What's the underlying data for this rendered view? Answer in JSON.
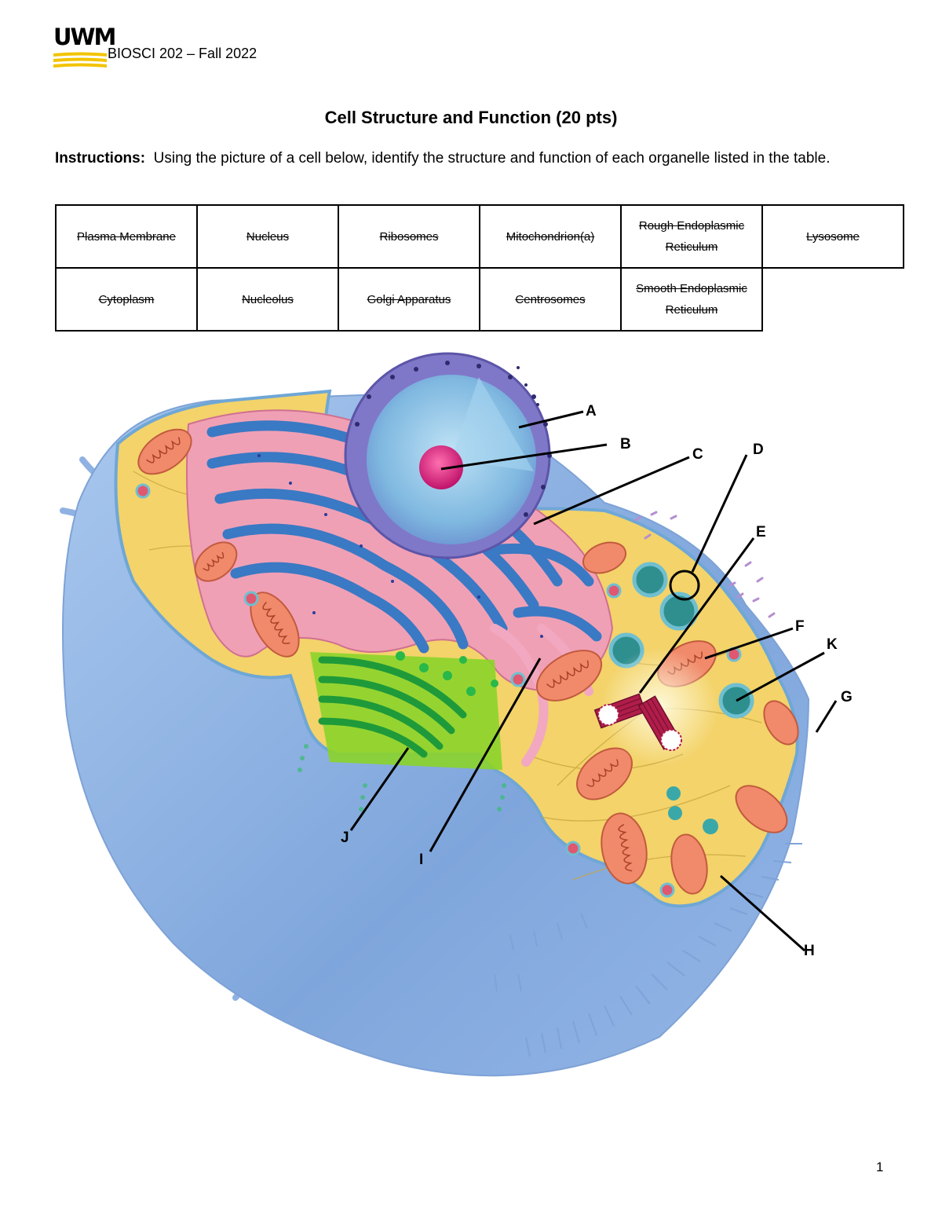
{
  "header": {
    "logo_text": "UWM",
    "course": "BIOSCI 202 – Fall 2022"
  },
  "title": "Cell Structure and Function (20 pts)",
  "instructions": {
    "label": "Instructions:",
    "text": "Using the picture of a cell below, identify the structure and function of each organelle listed in the table."
  },
  "table": {
    "rows": [
      [
        "Plasma Membrane",
        "Nucleus",
        "Ribosomes",
        "Mitochondrion(a)",
        "Rough Endoplasmic Reticulum",
        "Lysosome"
      ],
      [
        "Cytoplasm",
        "Nucleolus",
        "Golgi Apparatus",
        "Centrosomes",
        "Smooth Endoplasmic Reticulum"
      ]
    ]
  },
  "figure": {
    "labels": [
      "A",
      "B",
      "C",
      "D",
      "E",
      "F",
      "K",
      "G",
      "H",
      "I",
      "J"
    ]
  },
  "page_number": "1"
}
